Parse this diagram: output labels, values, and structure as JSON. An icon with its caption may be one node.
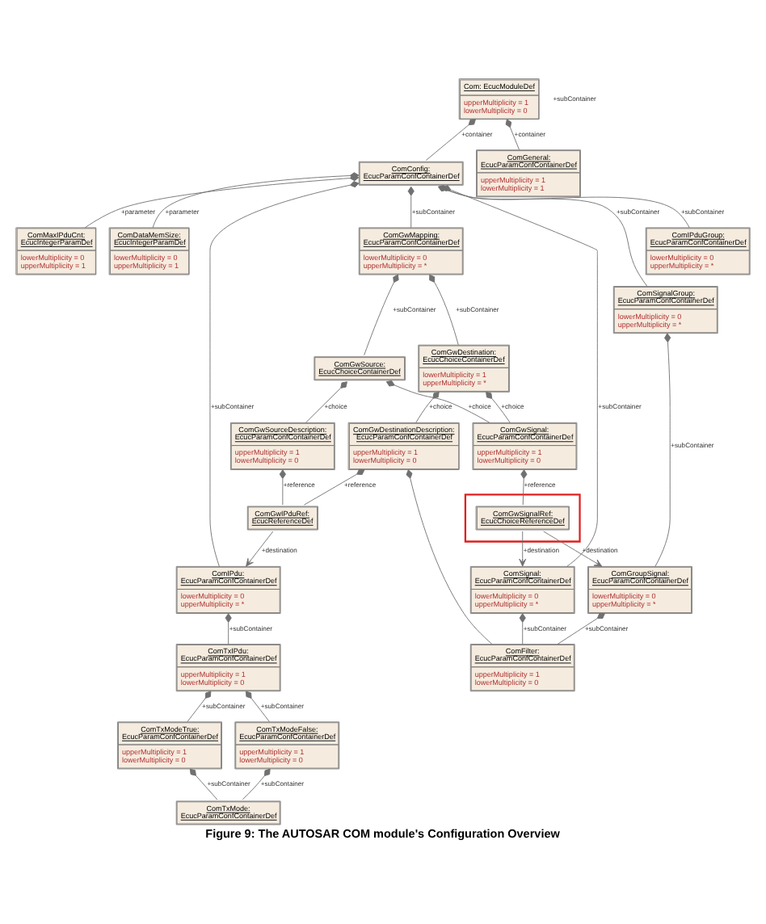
{
  "diagram": {
    "caption": "Figure 9: The AUTOSAR COM module's Configuration Overview",
    "nodes": [
      {
        "text": [
          "ComMaxIPduCnt: EcucIntegerParamDef",
          "lowerMultiplicity = 0",
          "upperMultiplicity = 1"
        ]
      },
      {
        "text": [
          "ComDataMemSize: EcucIntegerParamDef",
          "lowerMultiplicity = 0",
          "upperMultiplicity = 1"
        ]
      },
      {
        "text": [
          "Com: EcucModuleDef",
          "upperMultiplicity = 1",
          "lowerMultiplicity = 0"
        ]
      },
      {
        "text": [
          "ComGeneral: EcucParamConfContainerDef",
          "upperMultiplicity = 1",
          "lowerMultiplicity = 1"
        ]
      },
      {
        "text": [
          "ComConfig: EcucParamConfContainerDef"
        ]
      },
      {
        "text": [
          "ComIPdu: EcucParamConfContainerDef",
          "lowerMultiplicity = 0",
          "upperMultiplicity = *"
        ]
      },
      {
        "text": [
          "ComSignalGroup: EcucParamConfContainerDef",
          "lowerMultiplicity = 0",
          "upperMultiplicity = *"
        ]
      },
      {
        "text": [
          "ComSignal: EcucParamConfContainerDef",
          "lowerMultiplicity = 0",
          "upperMultiplicity = *"
        ]
      },
      {
        "text": [
          "ComIPduGroup: EcucParamConfContainerDef",
          "lowerMultiplicity = 0",
          "upperMultiplicity = *"
        ]
      },
      {
        "text": [
          "ComTxIPdu: EcucParamConfContainerDef",
          "upperMultiplicity = 1",
          "lowerMultiplicity = 0"
        ]
      },
      {
        "text": [
          "ComGroupSignal: EcucParamConfContainerDef",
          "lowerMultiplicity = 0",
          "upperMultiplicity = *"
        ]
      },
      {
        "text": [
          "ComTxModeTrue: EcucParamConfContainerDef",
          "upperMultiplicity = 1",
          "lowerMultiplicity = 0"
        ]
      },
      {
        "text": [
          "ComTxModeFalse: EcucParamConfContainerDef",
          "upperMultiplicity = 1",
          "lowerMultiplicity = 0"
        ]
      },
      {
        "text": [
          "ComFilter: EcucParamConfContainerDef",
          "upperMultiplicity = 1",
          "lowerMultiplicity = 0"
        ]
      },
      {
        "text": [
          "ComTxMode: EcucParamConfContainerDef"
        ]
      },
      {
        "text": [
          "ComGwMapping: EcucParamConfContainerDef",
          "lowerMultiplicity = 0",
          "upperMultiplicity = *"
        ]
      },
      {
        "text": [],
        "shape": "box"
      },
      {
        "text": [
          "ComGwSignalRef: EcucChoiceReferenceDef"
        ],
        "in": 16
      },
      {
        "text": [
          "ComGwSource: EcucChoiceContainerDef"
        ]
      },
      {
        "text": [
          "ComGwDestination: EcucChoiceContainerDef",
          "lowerMultiplicity = 1",
          "upperMultiplicity = *"
        ]
      },
      {
        "text": [
          "ComGwIPduRef: EcucReferenceDef"
        ]
      },
      {
        "text": [
          "ComGwSignal: EcucParamConfContainerDef",
          "upperMultiplicity = 1",
          "lowerMultiplicity = 0"
        ]
      },
      {
        "text": [
          "ComGwSourceDescription: EcucParamConfContainerDef",
          "upperMultiplicity = 1",
          "lowerMultiplicity = 0"
        ]
      },
      {
        "text": [
          "ComGwDestinationDescription: EcucParamConfContainerDef",
          "upperMultiplicity = 1",
          "lowerMultiplicity = 0"
        ]
      }
    ],
    "edges": [
      {
        "from": 4,
        "to": 0,
        "arrow": "other",
        "label": "+parameter"
      },
      {
        "from": 4,
        "to": 1,
        "arrow": "other",
        "label": "+parameter"
      },
      {
        "from": 2,
        "to": 4,
        "arrow": "other",
        "label": "+container"
      },
      {
        "from": 2,
        "to": 3,
        "arrow": "other",
        "label": "+container"
      },
      {
        "from": 4,
        "to": 5,
        "arrow": "other",
        "label": "+subContainer"
      },
      {
        "from": 4,
        "to": 6,
        "arrow": "other",
        "label": "+subContainer"
      },
      {
        "from": 4,
        "to": 7,
        "arrow": "other",
        "label": "+subContainer"
      },
      {
        "from": 4,
        "to": 8,
        "arrow": "other",
        "label": "+subContainer"
      },
      {
        "from": 4,
        "to": 15,
        "arrow": "other",
        "label": "+subContainer"
      },
      {
        "from": 5,
        "to": 9,
        "arrow": "other",
        "label": "+subContainer"
      },
      {
        "from": 6,
        "to": 10,
        "arrow": "other",
        "label": "+subContainer"
      },
      {
        "from": 9,
        "to": 11,
        "arrow": "other",
        "label": "+subContainer"
      },
      {
        "from": 9,
        "to": 12,
        "arrow": "other",
        "label": "+subContainer"
      },
      {
        "from": 10,
        "to": 13,
        "arrow": "other",
        "label": "+subContainer"
      },
      {
        "from": 7,
        "to": 13,
        "arrow": "other",
        "label": "+subContainer"
      },
      {
        "from": 11,
        "to": 14,
        "arrow": "other",
        "label": "+subContainer"
      },
      {
        "from": 12,
        "to": 14,
        "arrow": "other",
        "label": "+subContainer"
      },
      {
        "from": 20,
        "to": 5,
        "arrow": "to",
        "label": "+destination"
      },
      {
        "from": 17,
        "to": 10,
        "arrow": "to",
        "label": "+destination"
      },
      {
        "from": 17,
        "to": 7,
        "arrow": "to",
        "label": "+destination"
      },
      {
        "from": 15,
        "to": 18,
        "arrow": "other",
        "label": "+subContainer"
      },
      {
        "from": 15,
        "to": 19,
        "arrow": "other",
        "label": "+subContainer"
      },
      {
        "from": 18,
        "to": 21,
        "arrow": "other",
        "label": "+choice"
      },
      {
        "from": 19,
        "to": 21,
        "arrow": "other",
        "label": "+choice"
      },
      {
        "from": 18,
        "to": 22,
        "arrow": "other",
        "label": "+choice"
      },
      {
        "from": 19,
        "to": 23,
        "arrow": "other",
        "label": "+choice"
      },
      {
        "from": 21,
        "to": 17,
        "arrow": "other",
        "label": "+reference"
      },
      {
        "from": 22,
        "to": 20,
        "arrow": "other",
        "label": "+reference"
      },
      {
        "from": 23,
        "to": 20,
        "arrow": "other",
        "label": "+reference"
      },
      {
        "from": 23,
        "to": 13,
        "arrow": "other"
      }
    ],
    "labels": [
      "+subContainer"
    ]
  }
}
